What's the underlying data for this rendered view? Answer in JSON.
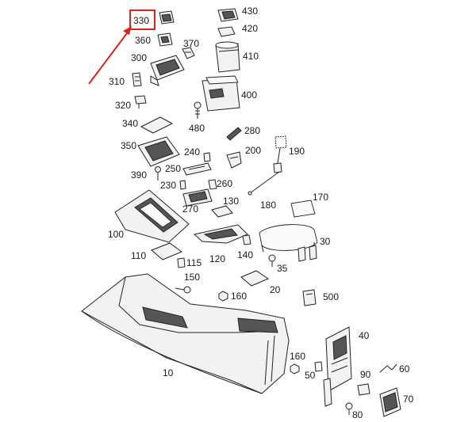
{
  "labels": {
    "l330": "330",
    "l430": "430",
    "l360": "360",
    "l370": "370",
    "l420": "420",
    "l300": "300",
    "l410": "410",
    "l310": "310",
    "l400": "400",
    "l320": "320",
    "l340": "340",
    "l480": "480",
    "l280": "280",
    "l190": "190",
    "l350": "350",
    "l240": "240",
    "l200": "200",
    "l250": "250",
    "l390": "390",
    "l230": "230",
    "l260": "260",
    "l180": "180",
    "l170": "170",
    "l130": "130",
    "l270": "270",
    "l100": "100",
    "l30": "30",
    "l120": "120",
    "l140": "140",
    "l110": "110",
    "l115": "115",
    "l35": "35",
    "l150": "150",
    "l20": "20",
    "l160a": "160",
    "l500": "500",
    "l40": "40",
    "l10": "10",
    "l160b": "160",
    "l60": "60",
    "l50": "50",
    "l90": "90",
    "l70": "70",
    "l80": "80"
  },
  "highlight": {
    "label_key": "l330",
    "color": "#e0201b"
  }
}
